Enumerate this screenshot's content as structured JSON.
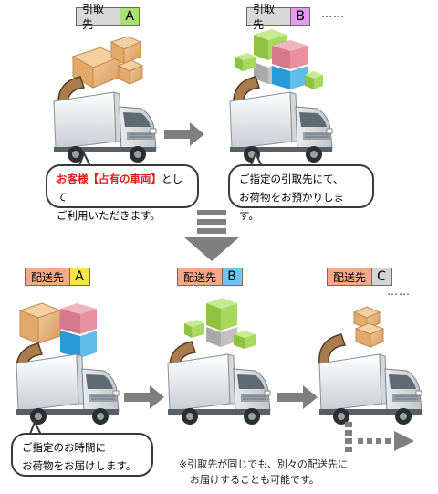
{
  "pickup": {
    "label": "引取先",
    "letters": [
      "A",
      "B"
    ],
    "letter_colors": [
      "#a9e07a",
      "#e79bf0"
    ],
    "dots": "……"
  },
  "bubble1": {
    "prefix": "お客様【占有の車両】",
    "line1_suffix": "として",
    "line2": "ご利用いただきます。"
  },
  "bubble2": {
    "line1": "ご指定の引取先にて、",
    "line2": "お荷物をお預かりします。"
  },
  "delivery": {
    "label": "配送先",
    "letters": [
      "A",
      "B",
      "C"
    ],
    "letter_colors": [
      "#f5e64a",
      "#6fc4ee",
      "#d4d4d4"
    ],
    "dots": "……"
  },
  "bubble3": {
    "line1": "ご指定のお時間に",
    "line2": "お荷物をお届けします。"
  },
  "note": {
    "line1": "※引取先が同じでも、別々の配送先に",
    "line2": "お届けすることも可能です。"
  },
  "colors": {
    "pickup_tag_bg": "#d8d8d8",
    "delivery_tag_bg": "#f5a88a",
    "arrow": "#7f7f7f"
  }
}
